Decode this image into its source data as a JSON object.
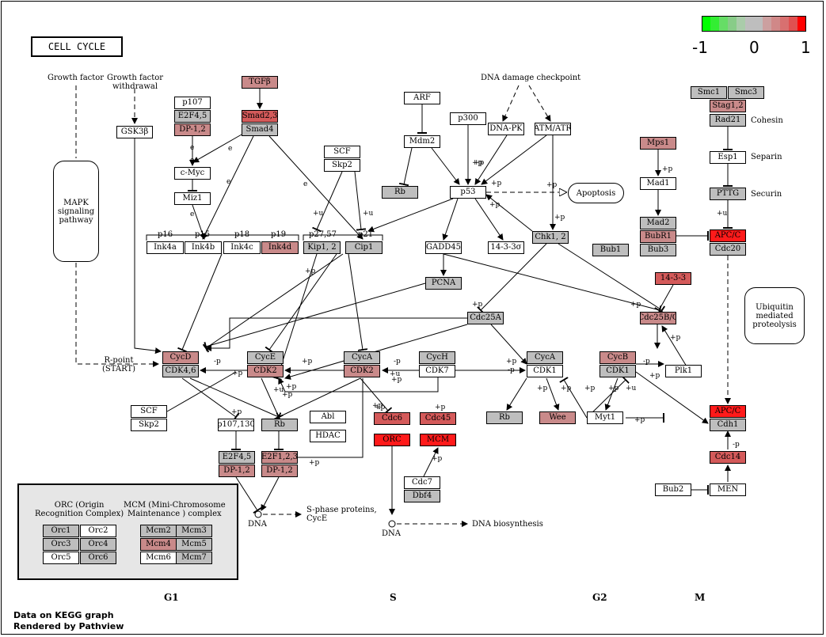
{
  "title": "CELL CYCLE",
  "footer": {
    "line1": "Data on KEGG graph",
    "line2": "Rendered by Pathview"
  },
  "phases": [
    "G1",
    "S",
    "G2",
    "M"
  ],
  "color_scale": {
    "labels": [
      "-1",
      "0",
      "1"
    ],
    "colors": [
      "#00ff00",
      "#33ee33",
      "#66dd66",
      "#88cc88",
      "#aaccaa",
      "#bebebe",
      "#bebebe",
      "#cca0a0",
      "#d08888",
      "#d87070",
      "#e05050",
      "#ff0000"
    ]
  },
  "colors": {
    "gray": "#bebebe",
    "lightred": "#c98a8a",
    "midred": "#d45a5a",
    "red": "#ff1a1a",
    "white": "#ffffff"
  },
  "labels": {
    "growth_factor": "Growth factor",
    "growth_factor_withdrawal": "Growth factor\nwithdrawal",
    "dna_damage": "DNA damage checkpoint",
    "apoptosis": "Apoptosis",
    "mapk": "MAPK\nsignaling\npathway",
    "ubiquitin": "Ubiquitin\nmediated\nproteolysis",
    "r_point": "R-point\n(START)",
    "cohesin": "Cohesin",
    "separin": "Separin",
    "securin": "Securin",
    "p16": "p16",
    "p15": "p15",
    "p18": "p18",
    "p19": "p19",
    "p27_57": "p27,57",
    "p21": "p21",
    "s_phase": "S-phase proteins,\nCycE",
    "dna1": "DNA",
    "dna2": "DNA",
    "dna_bio": "DNA biosynthesis",
    "orc_complex": "ORC (Origin\nRecognition Complex)",
    "mcm_complex": "MCM (Mini-Chromosome\nMaintenance ) complex"
  },
  "nodes": [
    {
      "label": "TGFβ",
      "color": "lightred"
    },
    {
      "label": "p107",
      "color": "white"
    },
    {
      "label": "E2F4,5",
      "color": "gray"
    },
    {
      "label": "DP-1,2",
      "color": "lightred"
    },
    {
      "label": "Smad2,3",
      "color": "midred"
    },
    {
      "label": "Smad4",
      "color": "gray"
    },
    {
      "label": "GSK3β",
      "color": "white"
    },
    {
      "label": "c-Myc",
      "color": "white"
    },
    {
      "label": "Miz1",
      "color": "white"
    },
    {
      "label": "ARF",
      "color": "white"
    },
    {
      "label": "Mdm2",
      "color": "white"
    },
    {
      "label": "Rb",
      "color": "gray"
    },
    {
      "label": "p300",
      "color": "white"
    },
    {
      "label": "p53",
      "color": "white"
    },
    {
      "label": "DNA-PK",
      "color": "white"
    },
    {
      "label": "ATM/ATR",
      "color": "white"
    },
    {
      "label": "SCF",
      "color": "white"
    },
    {
      "label": "Skp2",
      "color": "white"
    },
    {
      "label": "Ink4a",
      "color": "white"
    },
    {
      "label": "Ink4b",
      "color": "white"
    },
    {
      "label": "Ink4c",
      "color": "white"
    },
    {
      "label": "Ink4d",
      "color": "lightred"
    },
    {
      "label": "Kip1, 2",
      "color": "gray"
    },
    {
      "label": "Cip1",
      "color": "gray"
    },
    {
      "label": "GADD45",
      "color": "white"
    },
    {
      "label": "14-3-3σ",
      "color": "white"
    },
    {
      "label": "Chk1, 2",
      "color": "gray"
    },
    {
      "label": "PCNA",
      "color": "gray"
    },
    {
      "label": "Cdc25A",
      "color": "gray"
    },
    {
      "label": "Mps1",
      "color": "lightred"
    },
    {
      "label": "Mad1",
      "color": "white"
    },
    {
      "label": "Mad2",
      "color": "gray"
    },
    {
      "label": "BubR1",
      "color": "lightred"
    },
    {
      "label": "Bub3",
      "color": "gray"
    },
    {
      "label": "Bub1",
      "color": "gray"
    },
    {
      "label": "Smc1",
      "color": "gray"
    },
    {
      "label": "Smc3",
      "color": "gray"
    },
    {
      "label": "Stag1,2",
      "color": "lightred"
    },
    {
      "label": "Rad21",
      "color": "gray"
    },
    {
      "label": "Esp1",
      "color": "white"
    },
    {
      "label": "PTTG",
      "color": "gray"
    },
    {
      "label": "APC/C",
      "color": "red"
    },
    {
      "label": "Cdc20",
      "color": "gray"
    },
    {
      "label": "14-3-3",
      "color": "midred"
    },
    {
      "label": "Cdc25B/C",
      "color": "lightred"
    },
    {
      "label": "CycD",
      "color": "lightred"
    },
    {
      "label": "CDK4,6",
      "color": "gray"
    },
    {
      "label": "CycE",
      "color": "gray"
    },
    {
      "label": "CDK2",
      "color": "lightred"
    },
    {
      "label": "CycA",
      "color": "gray"
    },
    {
      "label": "CDK2",
      "color": "lightred"
    },
    {
      "label": "CycH",
      "color": "gray"
    },
    {
      "label": "CDK7",
      "color": "white"
    },
    {
      "label": "CycA",
      "color": "gray"
    },
    {
      "label": "CDK1",
      "color": "white"
    },
    {
      "label": "CycB",
      "color": "lightred"
    },
    {
      "label": "CDK1",
      "color": "gray"
    },
    {
      "label": "Plk1",
      "color": "white"
    },
    {
      "label": "SCF",
      "color": "white"
    },
    {
      "label": "Skp2",
      "color": "white"
    },
    {
      "label": "p107,130",
      "color": "white"
    },
    {
      "label": "Rb",
      "color": "gray"
    },
    {
      "label": "Abl",
      "color": "white"
    },
    {
      "label": "HDAC",
      "color": "white"
    },
    {
      "label": "E2F4,5",
      "color": "gray"
    },
    {
      "label": "DP-1,2",
      "color": "lightred"
    },
    {
      "label": "E2F1,2,3",
      "color": "lightred"
    },
    {
      "label": "DP-1,2",
      "color": "lightred"
    },
    {
      "label": "Cdc6",
      "color": "midred"
    },
    {
      "label": "Cdc45",
      "color": "midred"
    },
    {
      "label": "ORC",
      "color": "red"
    },
    {
      "label": "MCM",
      "color": "red"
    },
    {
      "label": "Cdc7",
      "color": "white"
    },
    {
      "label": "Dbf4",
      "color": "gray"
    },
    {
      "label": "Rb",
      "color": "gray"
    },
    {
      "label": "Wee",
      "color": "lightred"
    },
    {
      "label": "Myt1",
      "color": "white"
    },
    {
      "label": "APC/C",
      "color": "red"
    },
    {
      "label": "Cdh1",
      "color": "gray"
    },
    {
      "label": "Cdc14",
      "color": "midred"
    },
    {
      "label": "Bub2",
      "color": "white"
    },
    {
      "label": "MEN",
      "color": "white"
    },
    {
      "label": "Orc1",
      "color": "gray"
    },
    {
      "label": "Orc2",
      "color": "white"
    },
    {
      "label": "Orc3",
      "color": "gray"
    },
    {
      "label": "Orc4",
      "color": "gray"
    },
    {
      "label": "Orc5",
      "color": "white"
    },
    {
      "label": "Orc6",
      "color": "gray"
    },
    {
      "label": "Mcm2",
      "color": "gray"
    },
    {
      "label": "Mcm3",
      "color": "gray"
    },
    {
      "label": "Mcm4",
      "color": "lightred"
    },
    {
      "label": "Mcm5",
      "color": "gray"
    },
    {
      "label": "Mcm6",
      "color": "white"
    },
    {
      "label": "Mcm7",
      "color": "gray"
    }
  ],
  "annotations": [
    "e",
    "e",
    "e",
    "e",
    "e",
    "e",
    "+p",
    "+p",
    "+p",
    "+u",
    "+u",
    "+p",
    "+p",
    "+p",
    "-p",
    "+p",
    "+p",
    "+u",
    "+p",
    "+p",
    "-p",
    "+u",
    "+p",
    "+p",
    "-p",
    "+p",
    "+p",
    "-p",
    "+p",
    "+p",
    "+p",
    "+p",
    "+p",
    "+u",
    "+p",
    "+p",
    "+p",
    "+p",
    "+p",
    "+p",
    "+p",
    "+p",
    "-p",
    "+u",
    "+p",
    "+p"
  ]
}
